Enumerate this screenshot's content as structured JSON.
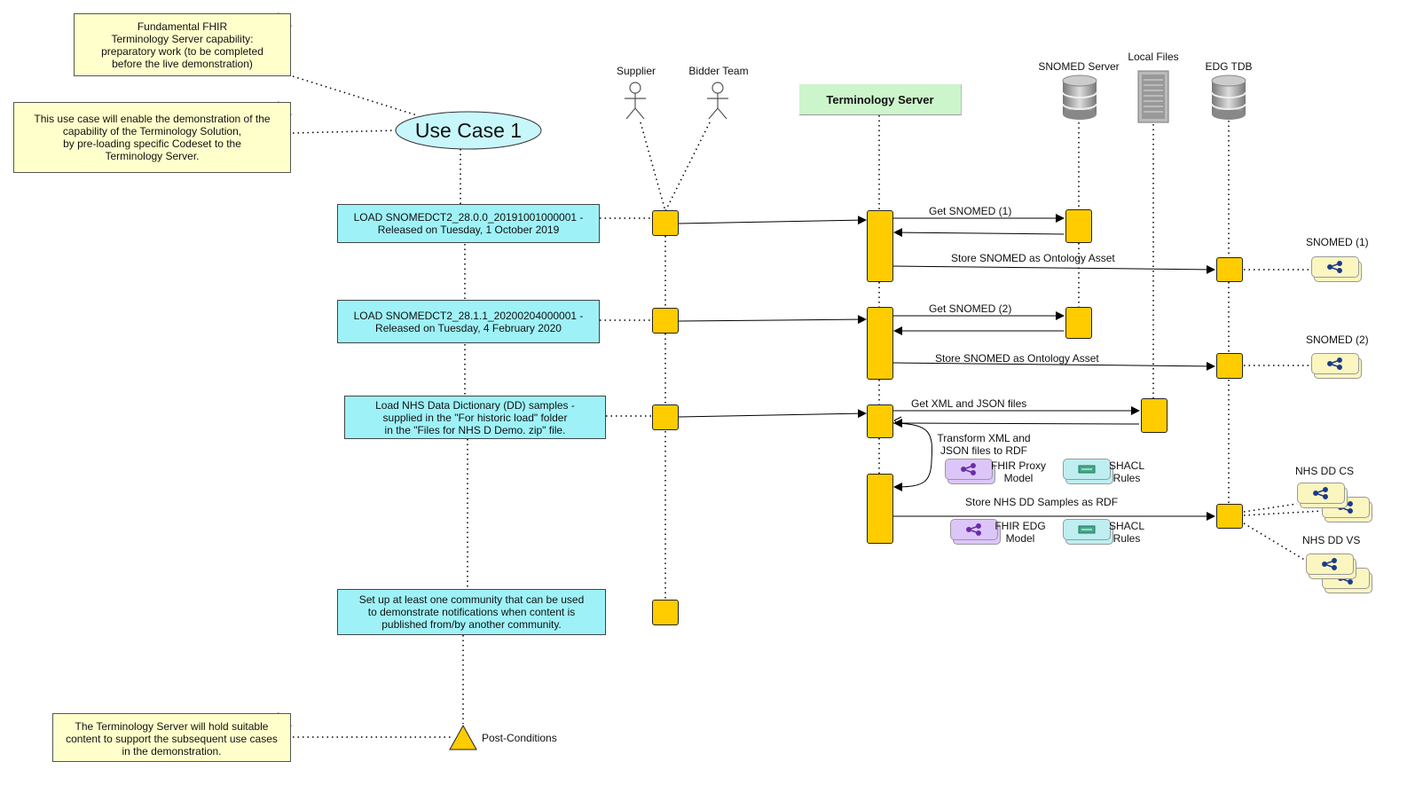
{
  "notes": {
    "fundamental": "Fundamental FHIR\nTerminology Server capability:\npreparatory work (to be completed\nbefore the live demonstration)",
    "use_case_desc": "This use case will enable the demonstration of the\ncapability of the Terminology Solution,\nby pre-loading specific Codeset to the\nTerminology Server.",
    "post_note": "The Terminology Server will hold suitable\ncontent to support the subsequent use cases\nin the demonstration."
  },
  "use_case": {
    "title": "Use Case 1"
  },
  "steps": [
    "LOAD SNOMEDCT2_28.0.0_20191001000001 -\nReleased on Tuesday, 1 October 2019",
    "LOAD SNOMEDCT2_28.1.1_20200204000001 -\nReleased on Tuesday, 4 February 2020",
    "Load NHS Data Dictionary (DD) samples -\nsupplied in the \"For historic load\" folder\nin the \"Files for NHS D Demo. zip\" file.",
    "Set up at least one community that can be used\nto demonstrate notifications when content is\npublished from/by another community."
  ],
  "post_conditions": "Post-Conditions",
  "lifelines": {
    "supplier": "Supplier",
    "bidder": "Bidder Team",
    "terminology_server": "Terminology Server",
    "snomed_server": "SNOMED Server",
    "local_files": "Local Files",
    "edg_tdb": "EDG TDB"
  },
  "messages": {
    "get1": "Get SNOMED (1)",
    "store1": "Store SNOMED as Ontology Asset",
    "get2": "Get SNOMED (2)",
    "store2": "Store SNOMED as Ontology Asset",
    "get_files": "Get XML and JSON files",
    "transform": "Transform XML and\nJSON files to RDF",
    "store_dd": "Store NHS DD Samples as RDF"
  },
  "assets": {
    "fhir_proxy": "FHIR Proxy\nModel",
    "shacl1": "SHACL\nRules",
    "fhir_edg": "FHIR EDG\nModel",
    "shacl2": "SHACL\nRules",
    "snomed1": "SNOMED (1)",
    "snomed2": "SNOMED (2)",
    "nhs_dd_cs": "NHS DD CS",
    "nhs_dd_vs": "NHS DD VS"
  },
  "colors": {
    "activation": "#ffcc00",
    "step_box": "#9ef2f7",
    "note": "#ffffcc",
    "terminology_header": "#ccf5cc",
    "use_case_ellipse": "#c8f7fb"
  }
}
